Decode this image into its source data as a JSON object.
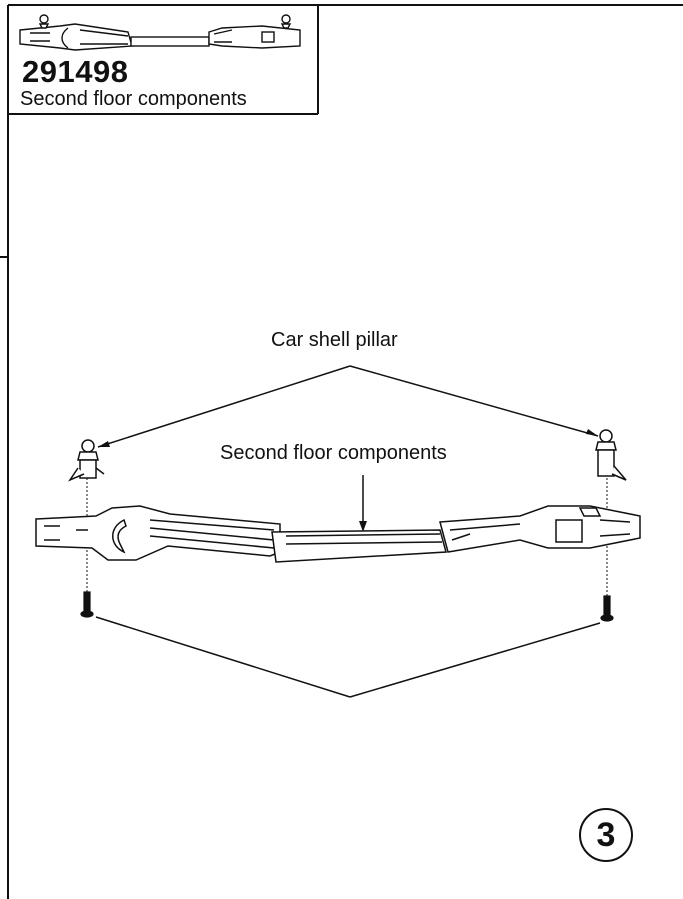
{
  "part_box": {
    "part_number": "291498",
    "description": "Second floor components"
  },
  "callouts": {
    "car_shell_pillar": "Car shell pillar",
    "second_floor_components": "Second floor components"
  },
  "step": {
    "number": "3"
  }
}
